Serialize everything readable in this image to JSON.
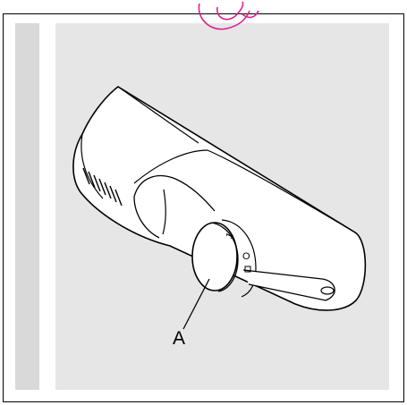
{
  "figure": {
    "callout_label": "A",
    "dial_marks": [
      "1",
      "O"
    ]
  },
  "colors": {
    "frame": "#000000",
    "panel": "#e6e6e6",
    "strip": "#d9d9d9",
    "watermark": "#e0208f"
  },
  "icons": {
    "watermark": "watermark-logo"
  }
}
